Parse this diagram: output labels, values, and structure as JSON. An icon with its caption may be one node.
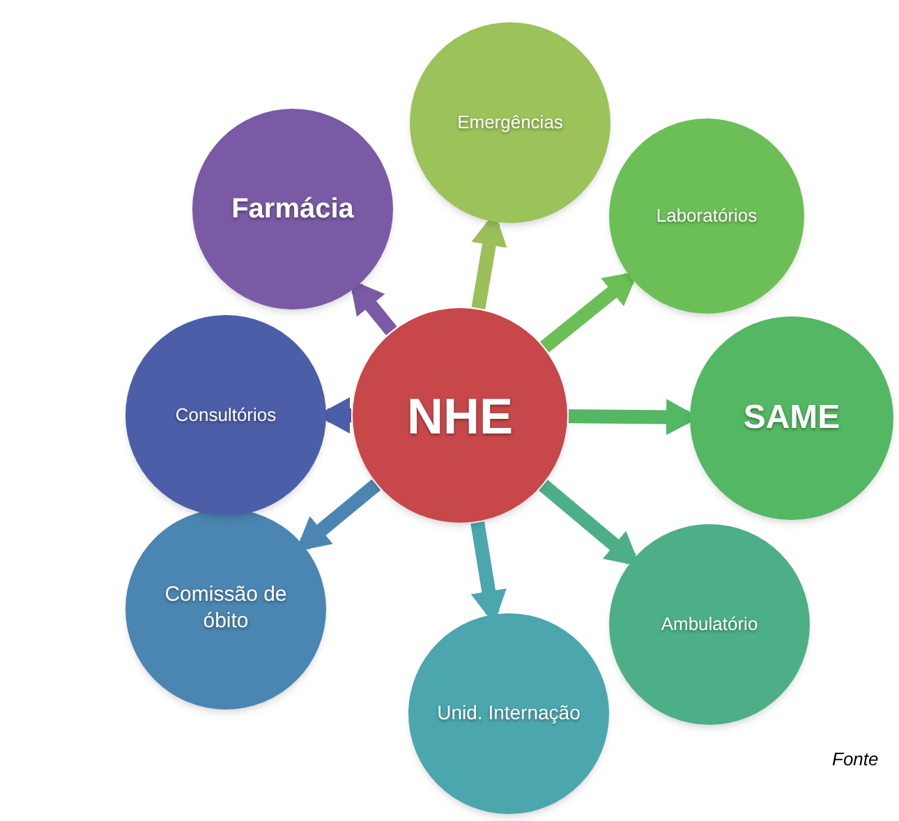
{
  "diagram": {
    "nodes": [
      {
        "text": [
          "NHE"
        ]
      },
      {
        "text": [
          "Emergências"
        ]
      },
      {
        "text": [
          "Laboratórios"
        ]
      },
      {
        "text": [
          "SAME"
        ]
      },
      {
        "text": [
          "Ambulatório"
        ]
      },
      {
        "text": [
          "Unid. Internação"
        ]
      },
      {
        "text": [
          "Comissão de óbito"
        ]
      },
      {
        "text": [
          "Consultórios"
        ]
      },
      {
        "text": [
          "Farmácia"
        ]
      }
    ],
    "edges": [
      {
        "from": 0,
        "to": 1,
        "arrow": "to",
        "color": "#9cbf5a"
      },
      {
        "from": 0,
        "to": 2,
        "arrow": "to",
        "color": "#6cbf56"
      },
      {
        "from": 0,
        "to": 3,
        "arrow": "to",
        "color": "#54b763"
      },
      {
        "from": 0,
        "to": 4,
        "arrow": "to",
        "color": "#4daf87"
      },
      {
        "from": 0,
        "to": 5,
        "arrow": "to",
        "color": "#4ca6ad"
      },
      {
        "from": 0,
        "to": 6,
        "arrow": "to",
        "color": "#4a86b1"
      },
      {
        "from": 0,
        "to": 7,
        "arrow": "to",
        "color": "#4d5ea8"
      },
      {
        "from": 0,
        "to": 8,
        "arrow": "to",
        "color": "#7a5aa5"
      }
    ],
    "labels": [
      "Fonte"
    ]
  }
}
